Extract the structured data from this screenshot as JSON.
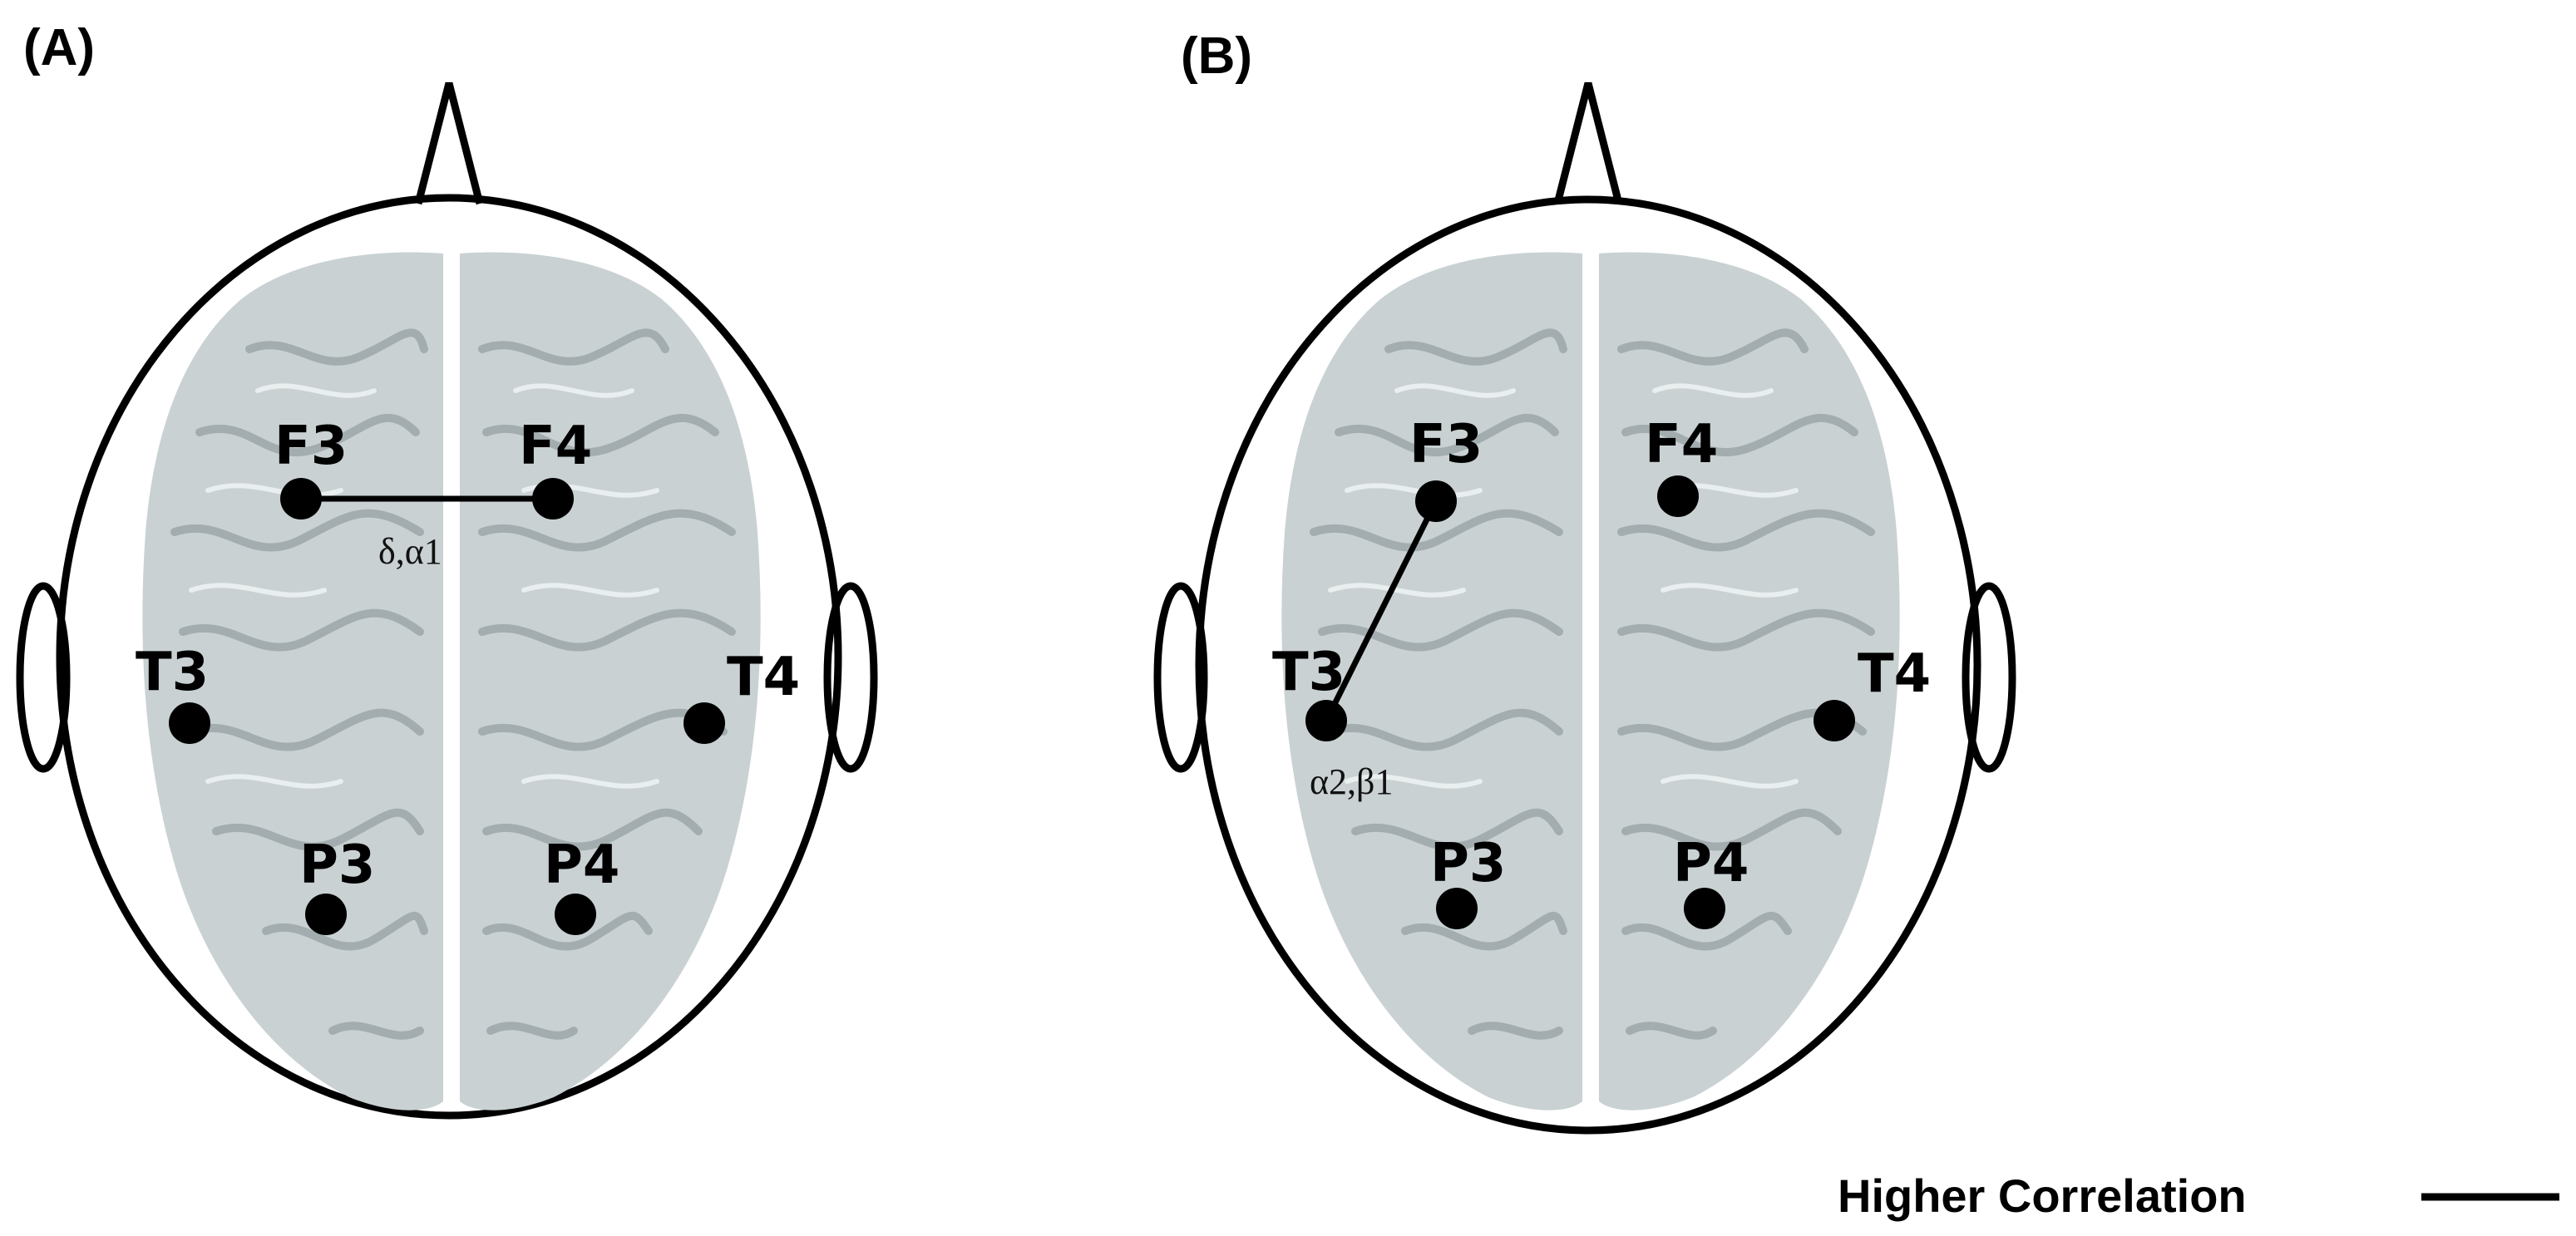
{
  "panels": [
    {
      "letter": "(A)",
      "electrodes": [
        {
          "id": "F3",
          "label": "F3"
        },
        {
          "id": "F4",
          "label": "F4"
        },
        {
          "id": "T3",
          "label": "T3"
        },
        {
          "id": "T4",
          "label": "T4"
        },
        {
          "id": "P3",
          "label": "P3"
        },
        {
          "id": "P4",
          "label": "P4"
        }
      ],
      "connection": {
        "from": "F3",
        "to": "F4",
        "bands": "δ,α1"
      }
    },
    {
      "letter": "(B)",
      "electrodes": [
        {
          "id": "F3",
          "label": "F3"
        },
        {
          "id": "F4",
          "label": "F4"
        },
        {
          "id": "T3",
          "label": "T3"
        },
        {
          "id": "T4",
          "label": "T4"
        },
        {
          "id": "P3",
          "label": "P3"
        },
        {
          "id": "P4",
          "label": "P4"
        }
      ],
      "connection": {
        "from": "F3",
        "to": "T3",
        "bands": "α2,β1"
      }
    }
  ],
  "legend": {
    "label": "Higher Correlation"
  },
  "colors": {
    "brain_fill": "#c9d1d3",
    "brain_fold": "#a9b3b6",
    "brain_highlight": "#e8edee",
    "ink": "#000000"
  }
}
